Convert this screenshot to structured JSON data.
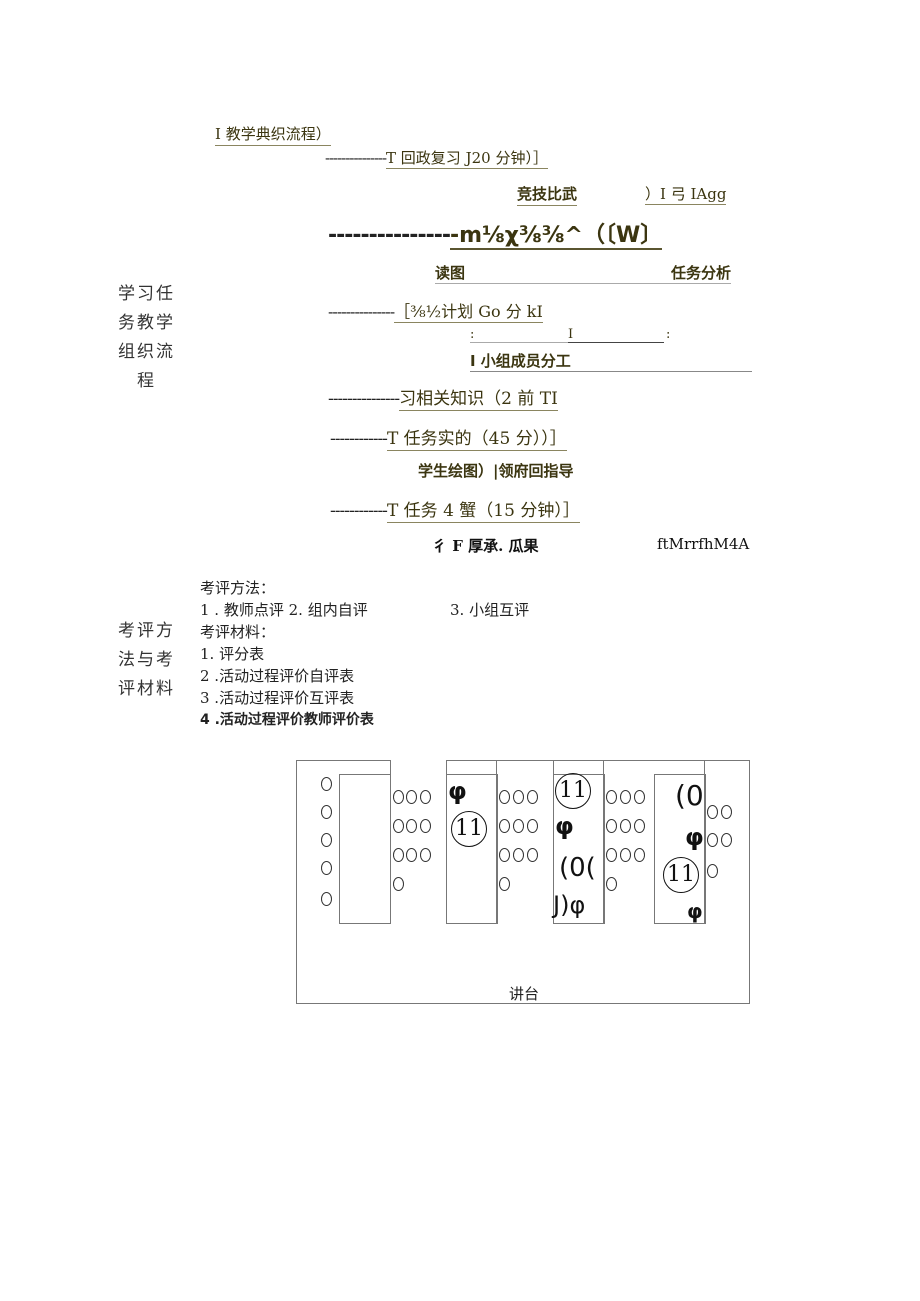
{
  "flow": {
    "title": "I 教学典织流程）",
    "step1": {
      "dashes": "---------------",
      "label": "T 回政复习 J20 分钟）］"
    },
    "step1b": {
      "left": "竞技比武",
      "right": "）I 弓 IAgg"
    },
    "step2": {
      "dashes": "---------------",
      "label": "-m⅛χ⅜⅜^（〔W〕"
    },
    "step2b": {
      "left": "读图",
      "right": "任务分析"
    },
    "step3": {
      "dashes": "---------------",
      "label": "［⅜½计划 Go 分 kI",
      "sub_left": ":",
      "sub_mid": "I",
      "sub_right": ":",
      "sub2": "I 小组成员分工"
    },
    "step4": {
      "dashes": "---------------",
      "label": "习相关知识（2 前 TI"
    },
    "step5": {
      "dashes": "------------",
      "label": "T 任务实的（45 分））］"
    },
    "step5b": "学生绘图）|领府回指导",
    "step6": {
      "dashes": "------------",
      "label": "T 任务 4 蟹（15 分钟）］"
    },
    "step6b": {
      "left": "彳 F 厚承. 瓜果",
      "right": "ftMrrfhM4A"
    }
  },
  "side_labels": {
    "flow_label": [
      "学习任",
      "务教学",
      "组织流",
      "程"
    ],
    "eval_label": [
      "考评方",
      "法与考",
      "评材料"
    ]
  },
  "evaluation": {
    "methods_heading": "考评方法：",
    "methods_line": "1  . 教师点评 2. 组内自评",
    "methods_third": "3. 小组互评",
    "materials_heading": "考评材料：",
    "materials": [
      "1. 评分表",
      "2   .活动过程评价自评表",
      "3   .活动过程评价互评表",
      "4   .活动过程评价教师评价表"
    ]
  },
  "diagram": {
    "podium_label": "讲台",
    "glyphs": {
      "phi": "φ",
      "num": "11",
      "paren0": "(0",
      "paren0b": "(0(",
      "jphi": "J)φ"
    }
  },
  "colors": {
    "olive_text": "#3b3510",
    "underline": "#8a8560",
    "border": "#777777"
  }
}
